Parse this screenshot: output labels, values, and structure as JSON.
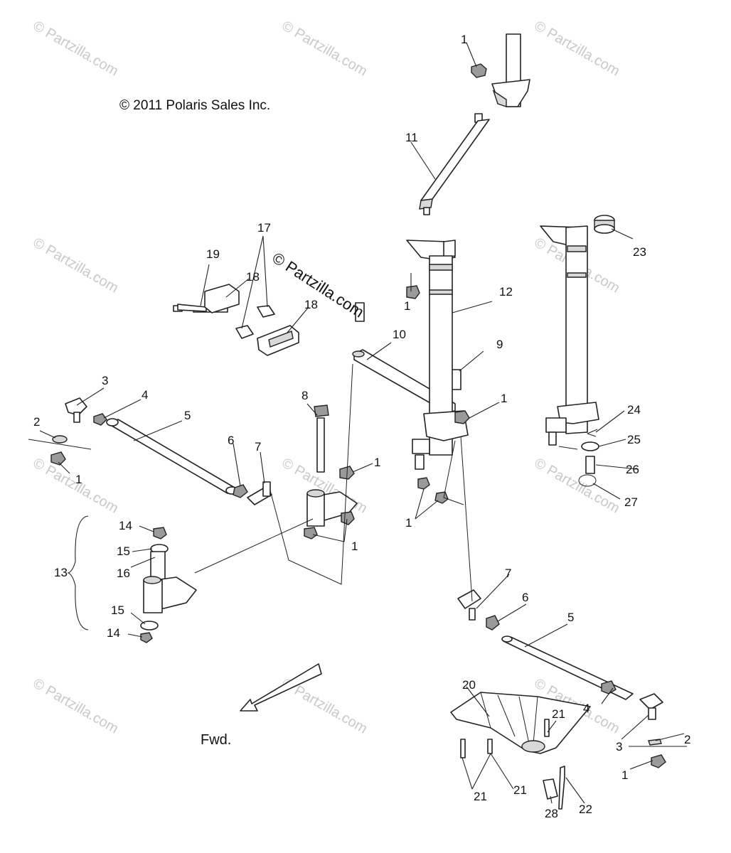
{
  "copyright": "© 2011 Polaris Sales Inc.",
  "center_watermark": "© Partzilla.com",
  "fwd_label": "Fwd.",
  "watermark_text": "© Partzilla.com",
  "callouts": [
    {
      "id": "c-1-top",
      "text": "1"
    },
    {
      "id": "c-11",
      "text": "11"
    },
    {
      "id": "c-19",
      "text": "19"
    },
    {
      "id": "c-18a",
      "text": "18"
    },
    {
      "id": "c-17",
      "text": "17"
    },
    {
      "id": "c-18b",
      "text": "18"
    },
    {
      "id": "c-23",
      "text": "23"
    },
    {
      "id": "c-12",
      "text": "12"
    },
    {
      "id": "c-1-col",
      "text": "1"
    },
    {
      "id": "c-10",
      "text": "10"
    },
    {
      "id": "c-9",
      "text": "9"
    },
    {
      "id": "c-1-bolt",
      "text": "1"
    },
    {
      "id": "c-3-left",
      "text": "3"
    },
    {
      "id": "c-4-left",
      "text": "4"
    },
    {
      "id": "c-5-left",
      "text": "5"
    },
    {
      "id": "c-2-left",
      "text": "2"
    },
    {
      "id": "c-1-left",
      "text": "1"
    },
    {
      "id": "c-8",
      "text": "8"
    },
    {
      "id": "c-6-left",
      "text": "6"
    },
    {
      "id": "c-7-left",
      "text": "7"
    },
    {
      "id": "c-1-mid",
      "text": "1"
    },
    {
      "id": "c-24",
      "text": "24"
    },
    {
      "id": "c-25",
      "text": "25"
    },
    {
      "id": "c-26",
      "text": "26"
    },
    {
      "id": "c-27",
      "text": "27"
    },
    {
      "id": "c-1-colbot",
      "text": "1"
    },
    {
      "id": "c-1-bracket",
      "text": "1"
    },
    {
      "id": "c-14a",
      "text": "14"
    },
    {
      "id": "c-15a",
      "text": "15"
    },
    {
      "id": "c-13",
      "text": "13"
    },
    {
      "id": "c-16",
      "text": "16"
    },
    {
      "id": "c-15b",
      "text": "15"
    },
    {
      "id": "c-14b",
      "text": "14"
    },
    {
      "id": "c-7-right",
      "text": "7"
    },
    {
      "id": "c-6-right",
      "text": "6"
    },
    {
      "id": "c-5-right",
      "text": "5"
    },
    {
      "id": "c-20",
      "text": "20"
    },
    {
      "id": "c-21a",
      "text": "21"
    },
    {
      "id": "c-4-right",
      "text": "4"
    },
    {
      "id": "c-3-right",
      "text": "3"
    },
    {
      "id": "c-2-right",
      "text": "2"
    },
    {
      "id": "c-1-right",
      "text": "1"
    },
    {
      "id": "c-21b",
      "text": "21"
    },
    {
      "id": "c-21c",
      "text": "21"
    },
    {
      "id": "c-28",
      "text": "28"
    },
    {
      "id": "c-22",
      "text": "22"
    }
  ]
}
